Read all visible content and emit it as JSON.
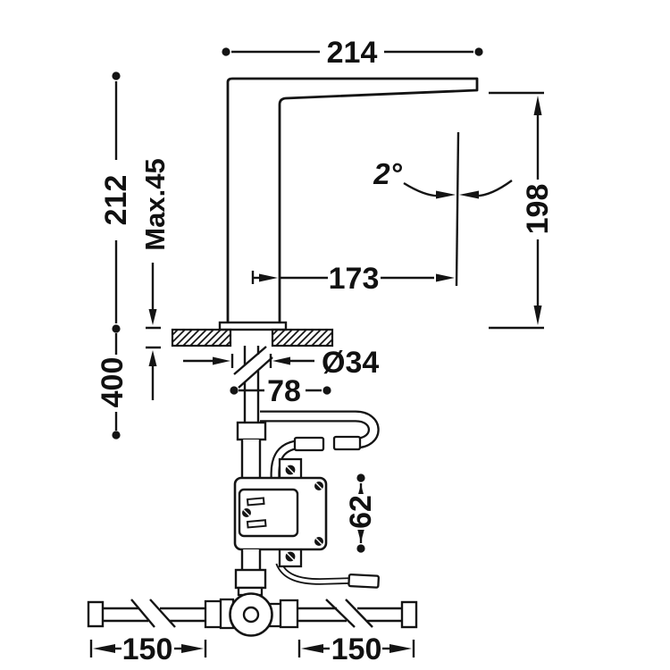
{
  "drawing": {
    "description": "Technical dimension drawing of a deck-mounted electronic sensor faucet with control box and supply pipes",
    "background_color": "#ffffff",
    "line_color": "#141414"
  },
  "dims": {
    "spout_reach": "214",
    "total_height": "212",
    "max_deck_thickness": "Max.45",
    "spout_height": "198",
    "stream_angle": "2°",
    "spout_offset": "173",
    "hole_diameter": "Ø34",
    "shank_clearance": "78",
    "under_deck_length": "400",
    "control_box_height": "62",
    "supply_pipe_left": "150",
    "supply_pipe_right": "150"
  }
}
